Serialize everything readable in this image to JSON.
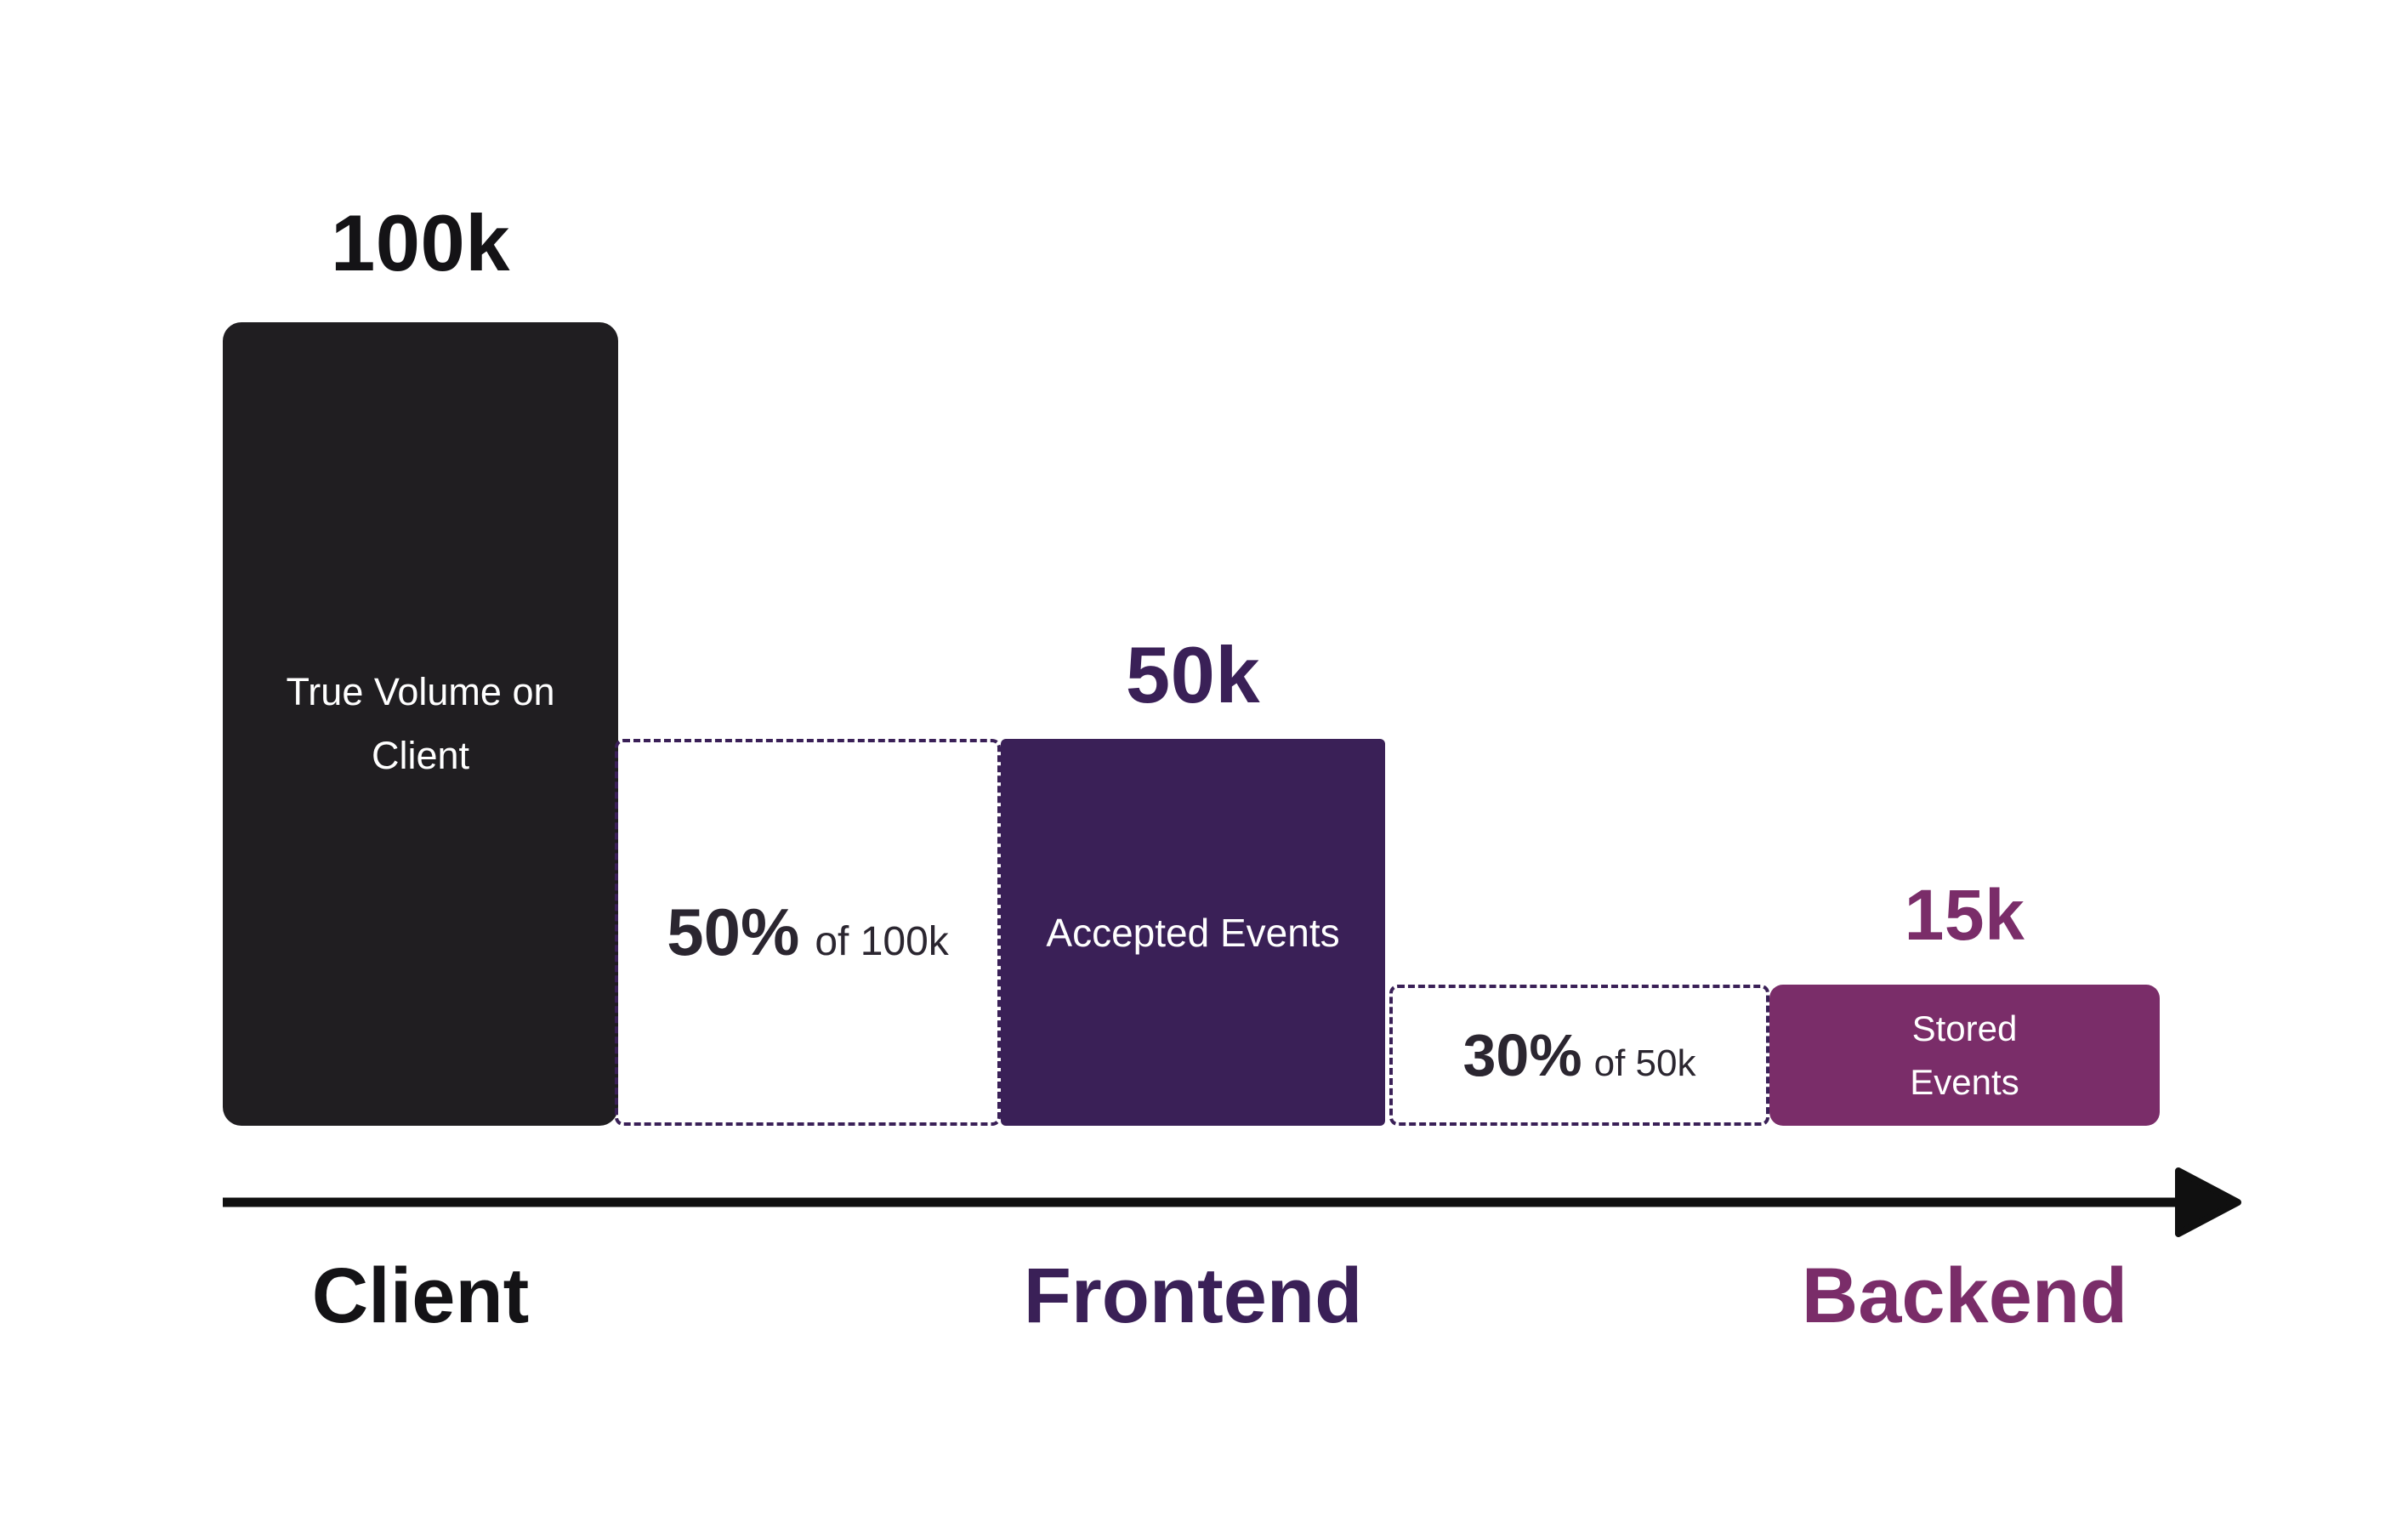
{
  "chart_data": {
    "type": "bar",
    "title": "",
    "categories": [
      "Client",
      "Frontend",
      "Backend"
    ],
    "series": [
      {
        "name": "Events",
        "values": [
          100000,
          50000,
          15000
        ]
      }
    ],
    "value_labels": [
      "100k",
      "50k",
      "15k"
    ],
    "bar_labels": [
      "True Volume on Client",
      "Accepted Events",
      "Stored Events"
    ],
    "sampling_steps": [
      {
        "percent": "50%",
        "of": "of 100k"
      },
      {
        "percent": "30%",
        "of": "of 50k"
      }
    ],
    "ylim": [
      0,
      100000
    ],
    "grid": false,
    "legend": false,
    "flow_axis": {
      "direction": "left-to-right",
      "arrow": true
    }
  },
  "colors": {
    "background": "#ffffff",
    "client_bar": "#201e21",
    "frontend_bar": "#3a2057",
    "backend_bar": "#7a2d69",
    "dashed_border": "#3a2057",
    "client_text": "#141316",
    "frontend_text": "#3a2057",
    "backend_text": "#7a2d69",
    "percent_text": "#2b2630",
    "arrow": "#101010",
    "bar_text": "#ffffff"
  }
}
